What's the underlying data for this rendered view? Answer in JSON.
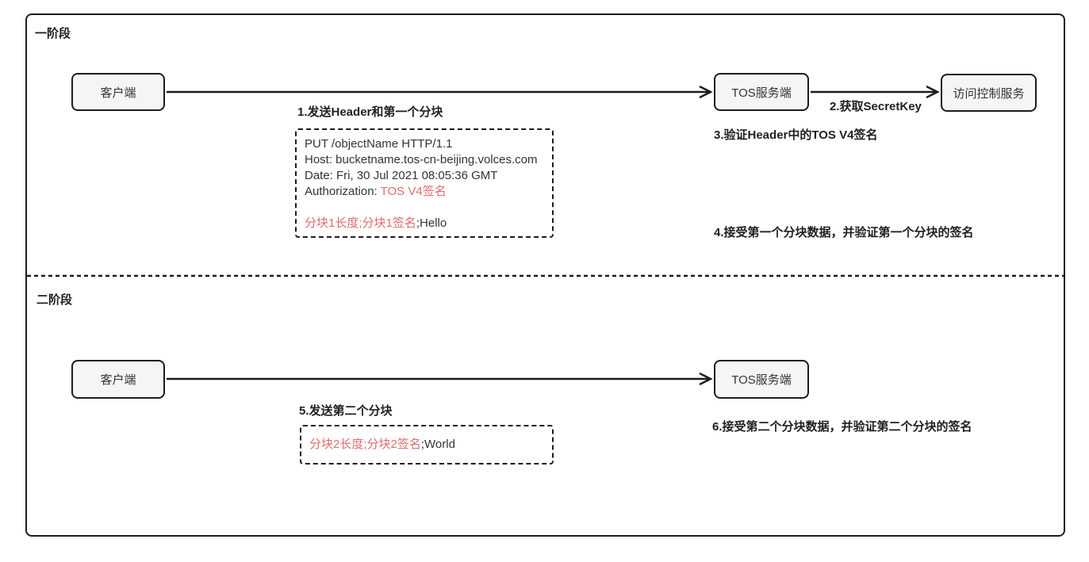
{
  "phase1": {
    "label": "一阶段",
    "client_node": "客户端",
    "tos_node": "TOS服务端",
    "acl_node": "访问控制服务",
    "step1_title": "1.发送Header和第一个分块",
    "request": {
      "line1": "PUT /objectName HTTP/1.1",
      "line2": "Host: bucketname.tos-cn-beijing.volces.com",
      "line3": "Date: Fri, 30 Jul 2021 08:05:36 GMT",
      "auth_prefix": "Authorization: ",
      "auth_red": "TOS V4签名",
      "chunk_red": "分块1长度;分块1签名",
      "chunk_black": ";Hello"
    },
    "step2_label": "2.获取SecretKey",
    "step3_label": "3.验证Header中的TOS V4签名",
    "step4_label": "4.接受第一个分块数据，并验证第一个分块的签名"
  },
  "phase2": {
    "label": "二阶段",
    "client_node": "客户端",
    "tos_node": "TOS服务端",
    "step5_title": "5.发送第二个分块",
    "chunk_red": "分块2长度;分块2签名",
    "chunk_black": ";World",
    "step6_label": "6.接受第二个分块数据，并验证第二个分块的签名"
  },
  "colors": {
    "accent_red": "#df6c6c",
    "ink": "#1c1c1c",
    "node_fill": "#f5f5f5"
  }
}
